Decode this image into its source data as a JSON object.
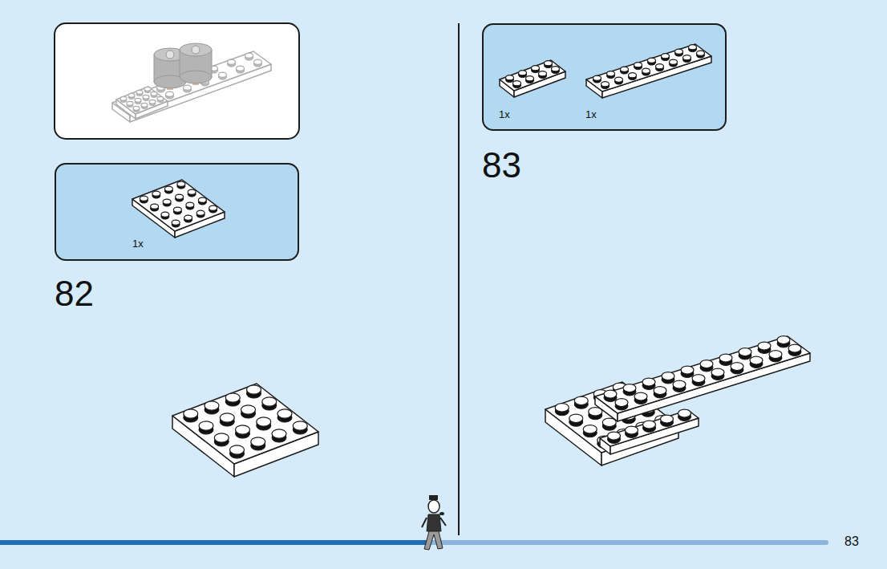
{
  "diagram": {
    "nodes": [
      {
        "text": [
          "1x"
        ]
      },
      {
        "text": [
          "1x",
          "1x"
        ]
      }
    ],
    "labels": [
      "82",
      "83",
      "83"
    ]
  }
}
